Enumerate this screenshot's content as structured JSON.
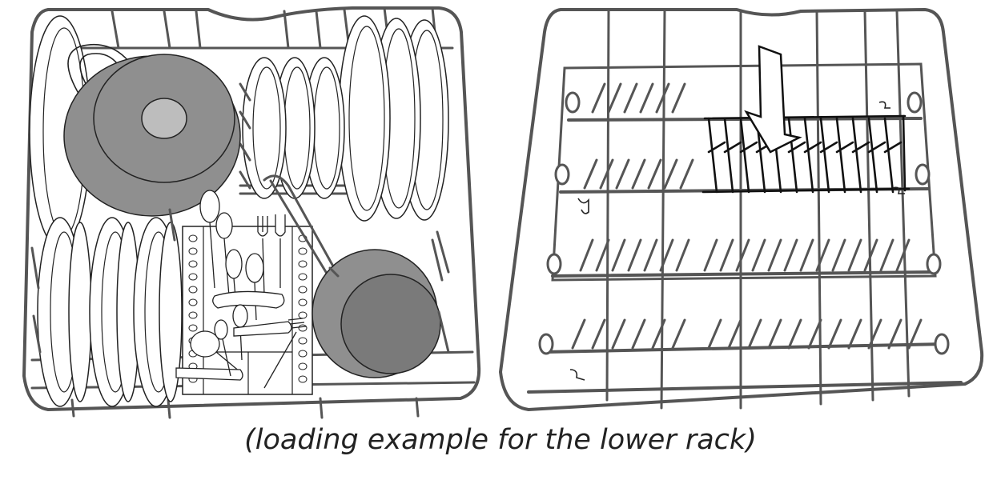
{
  "caption": "(loading example for the lower rack)",
  "colors": {
    "wire": "#555555",
    "outline": "#222222",
    "pot_body": "#8f8f8f",
    "pot_inner": "#bdbdbd",
    "background": "#ffffff"
  },
  "figures": [
    {
      "name": "loaded-lower-rack",
      "items": [
        "pot",
        "large-plates",
        "small-plates",
        "soup-plates",
        "cutlery-basket",
        "saucepan"
      ]
    },
    {
      "name": "empty-lower-rack",
      "items": [
        "folding-plate-tines",
        "arrow"
      ]
    }
  ]
}
